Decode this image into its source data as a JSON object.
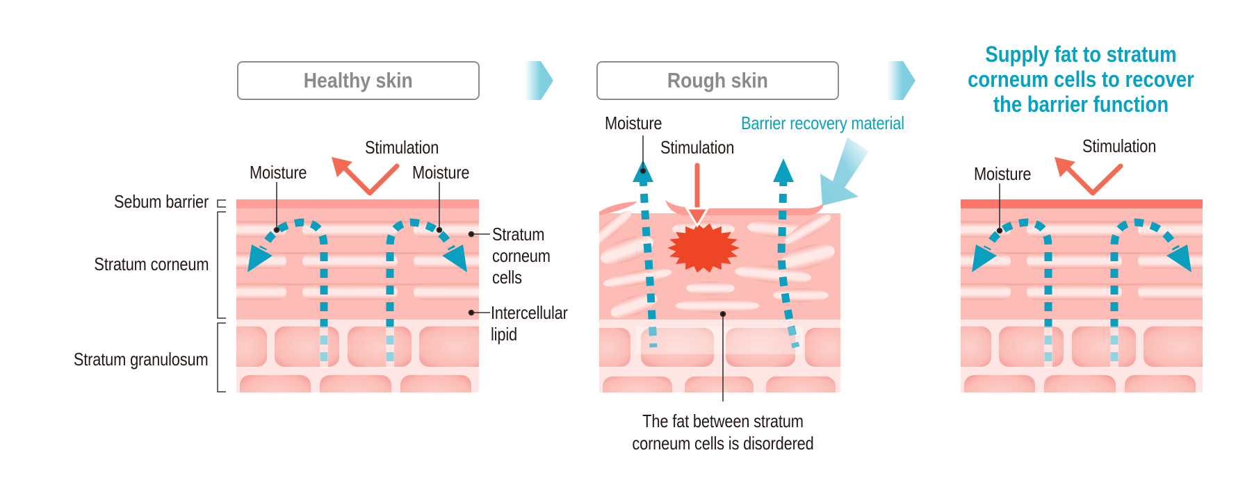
{
  "stages": [
    {
      "label": "Healthy skin"
    },
    {
      "label": "Rough skin"
    }
  ],
  "result_title": [
    "Supply fat to stratum",
    "corneum cells to recover",
    "the barrier function"
  ],
  "layer_labels": {
    "sebum": "Sebum barrier",
    "corneum": "Stratum corneum",
    "granulosum": "Stratum granulosum"
  },
  "callouts": {
    "corneum_cells": [
      "Stratum",
      "corneum",
      "cells"
    ],
    "lipid": [
      "Intercellular",
      "lipid"
    ]
  },
  "healthy": {
    "stimulation": "Stimulation",
    "moisture_left": "Moisture",
    "moisture_right": "Moisture"
  },
  "rough": {
    "moisture": "Moisture",
    "stimulation": "Stimulation",
    "barrier_material": "Barrier recovery material",
    "caption": [
      "The fat between stratum",
      "corneum cells is disordered"
    ]
  },
  "recovered": {
    "stimulation": "Stimulation",
    "moisture": "Moisture"
  },
  "colors": {
    "accent_blue": "#0aa0c0",
    "moisture_blue": "#0a9fbf",
    "stimulation_red": "#f26b55",
    "damage_red": "#ee4526",
    "sebum_pink": "#ff9e98",
    "sebum_recovered": "#ff7468",
    "corneum_pink": "#fdbcb6",
    "granulosum_bg": "#fde6e3",
    "box_gray": "#8c8c8c"
  }
}
